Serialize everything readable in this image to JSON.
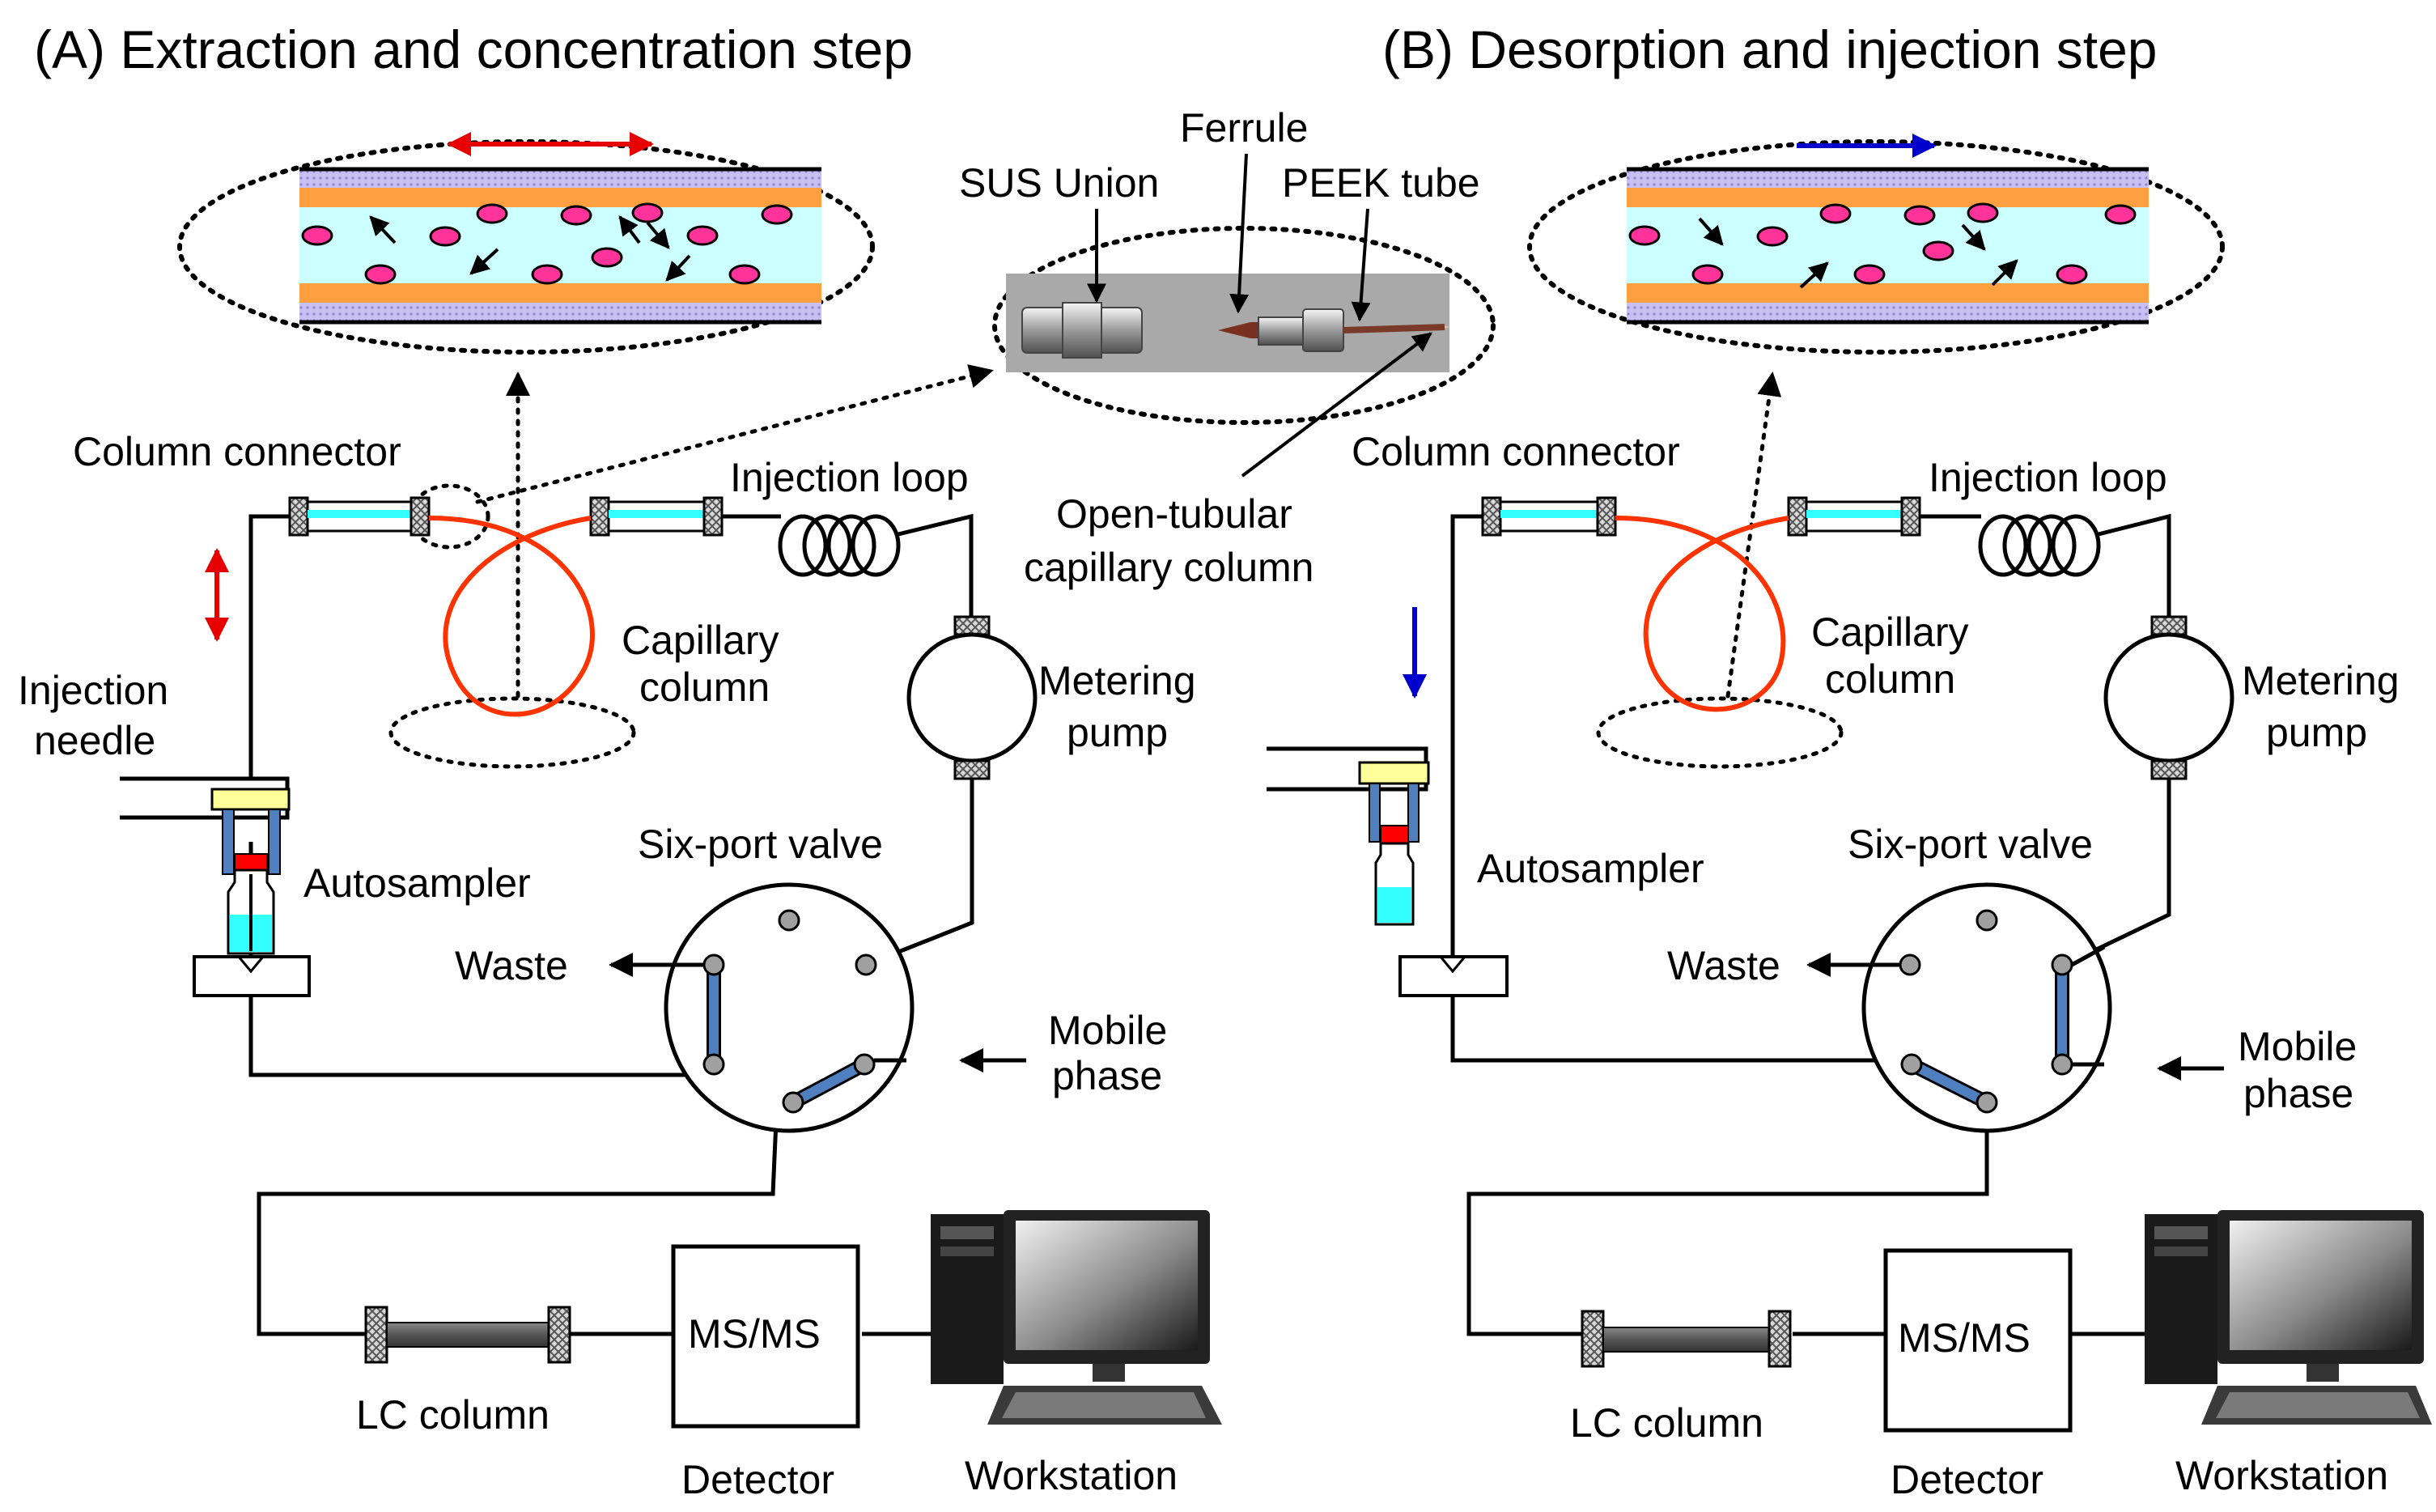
{
  "panel_a": {
    "title": "(A)  Extraction and concentration step",
    "labels": {
      "column_connector": "Column connector",
      "injection_loop": "Injection loop",
      "capillary_column_line1": "Capillary",
      "capillary_column_line2": "column",
      "injection_needle_line1": "Injection",
      "injection_needle_line2": "needle",
      "autosampler": "Autosampler",
      "six_port_valve": "Six-port valve",
      "waste": "Waste",
      "mobile_phase_line1": "Mobile",
      "mobile_phase_line2": "phase",
      "metering_pump_line1": "Metering",
      "metering_pump_line2": "pump",
      "lc_column": "LC column",
      "msms": "MS/MS",
      "detector": "Detector",
      "workstation": "Workstation"
    }
  },
  "panel_b": {
    "title": "(B)  Desorption and injection step",
    "labels": {
      "column_connector": "Column connector",
      "injection_loop": "Injection loop",
      "capillary_column_line1": "Capillary",
      "capillary_column_line2": "column",
      "autosampler": "Autosampler",
      "six_port_valve": "Six-port valve",
      "waste": "Waste",
      "mobile_phase_line1": "Mobile",
      "mobile_phase_line2": "phase",
      "metering_pump_line1": "Metering",
      "metering_pump_line2": "pump",
      "lc_column": "LC column",
      "msms": "MS/MS",
      "detector": "Detector",
      "workstation": "Workstation"
    }
  },
  "inset": {
    "ferrule": "Ferrule",
    "sus_union": "SUS Union",
    "peek_tube": "PEEK tube",
    "open_tubular_line1": "Open-tubular",
    "open_tubular_line2": "capillary column"
  },
  "colors": {
    "capillary": "#ff3300",
    "flow_a": "#e60000",
    "flow_b": "#0000cc",
    "coating": "#ffa040",
    "lumen": "#ccffff",
    "wall": "#c8c0f0",
    "particle": "#ff3399",
    "channel": "#4f7fbf",
    "cyan": "#33ffff"
  }
}
